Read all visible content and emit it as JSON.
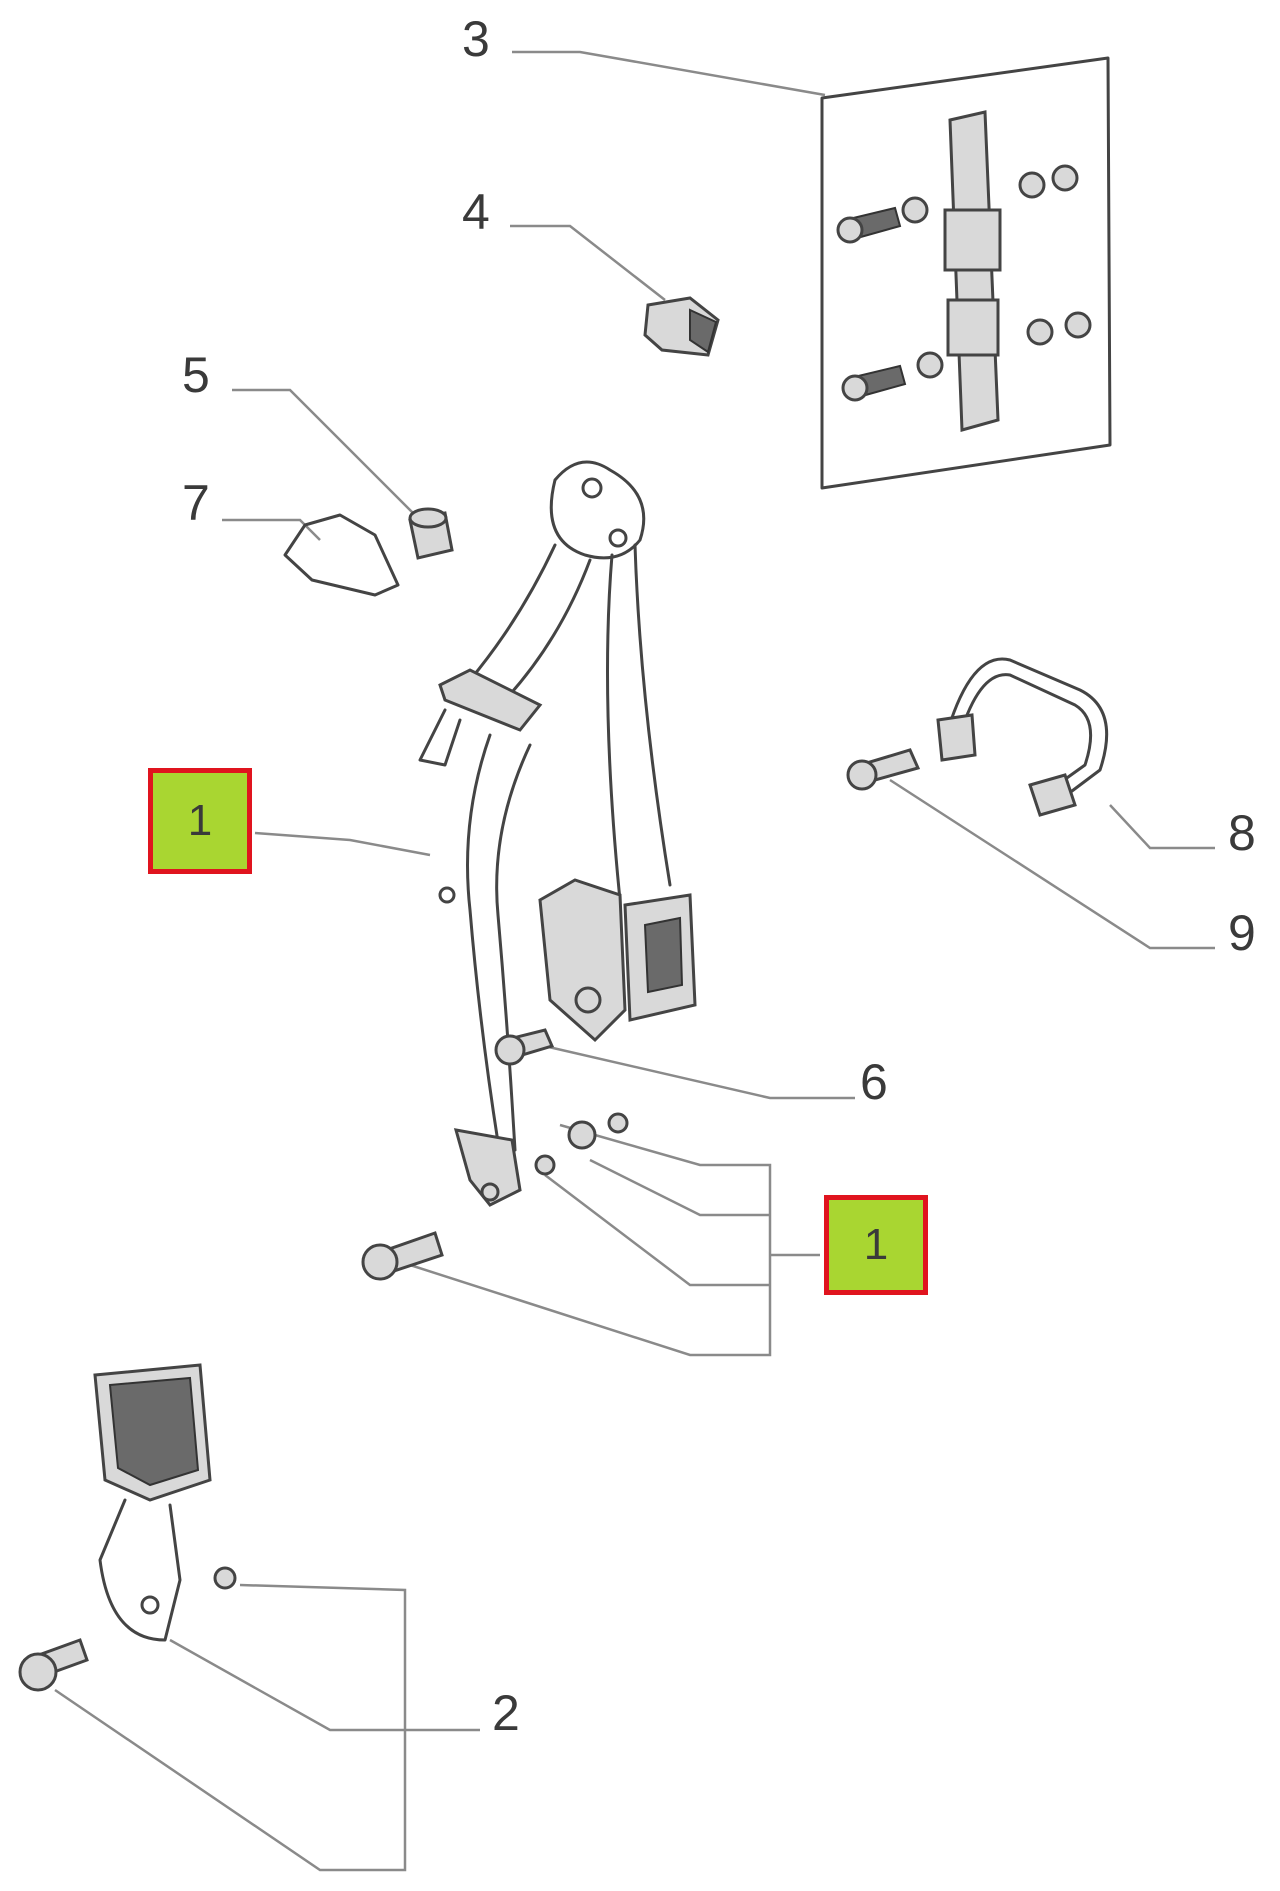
{
  "callouts": {
    "c1_left": "1",
    "c1_right": "1",
    "c2": "2",
    "c3": "3",
    "c4": "4",
    "c5": "5",
    "c6": "6",
    "c7": "7",
    "c8": "8",
    "c9": "9"
  },
  "colors": {
    "highlight_fill": "#a9d631",
    "highlight_border": "#e0141e",
    "line": "#444444"
  }
}
